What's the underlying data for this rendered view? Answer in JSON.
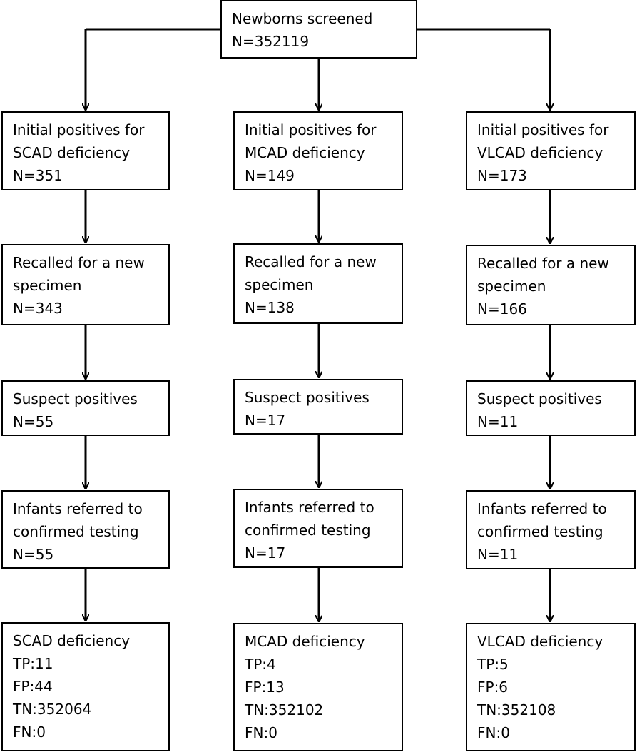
{
  "top": {
    "lines": [
      "Newborns screened",
      "N=352119"
    ]
  },
  "columns": [
    {
      "initial": [
        "Initial positives for",
        "SCAD deficiency",
        "N=351"
      ],
      "recalled": [
        "Recalled for a new",
        "specimen",
        "N=343"
      ],
      "suspect": [
        "Suspect positives",
        "N=55"
      ],
      "referred": [
        "Infants referred to",
        "confirmed testing",
        "N=55"
      ],
      "outcome": [
        "SCAD deficiency",
        "TP:11",
        "FP:44",
        "TN:352064",
        "FN:0"
      ]
    },
    {
      "initial": [
        "Initial positives for",
        "MCAD deficiency",
        "N=149"
      ],
      "recalled": [
        "Recalled for a new",
        "specimen",
        "N=138"
      ],
      "suspect": [
        "Suspect positives",
        "N=17"
      ],
      "referred": [
        "Infants referred to",
        "confirmed testing",
        "N=17"
      ],
      "outcome": [
        "MCAD deficiency",
        "TP:4",
        "FP:13",
        "TN:352102",
        "FN:0"
      ]
    },
    {
      "initial": [
        "Initial positives for",
        "VLCAD deficiency",
        "N=173"
      ],
      "recalled": [
        "Recalled for a new",
        "specimen",
        "N=166"
      ],
      "suspect": [
        "Suspect positives",
        "N=11"
      ],
      "referred": [
        "Infants referred to",
        "confirmed testing",
        "N=11"
      ],
      "outcome": [
        "VLCAD deficiency",
        "TP:5",
        "FP:6",
        "TN:352108",
        "FN:0"
      ]
    }
  ],
  "colors": {
    "stroke": "#000000",
    "fill": "#ffffff",
    "text": "#000000"
  }
}
